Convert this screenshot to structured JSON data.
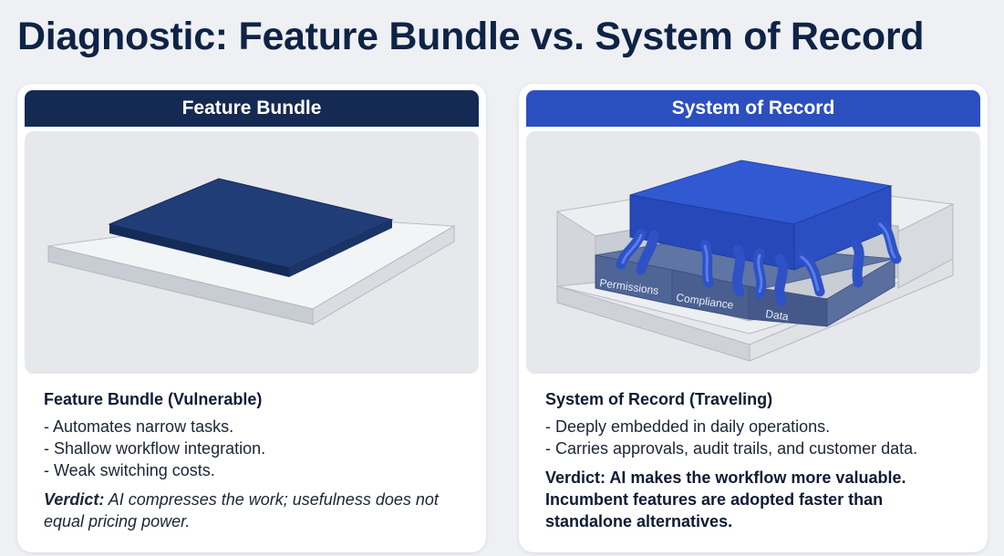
{
  "title": "Diagnostic: Feature Bundle vs. System of Record",
  "left": {
    "header": "Feature Bundle",
    "heading": "Feature Bundle (Vulnerable)",
    "bullets": [
      "- Automates narrow tasks.",
      "- Shallow workflow integration.",
      "- Weak switching costs."
    ],
    "verdict_label": "Verdict:",
    "verdict_text": " AI compresses the work; usefulness does not equal pricing power."
  },
  "right": {
    "header": "System of Record",
    "heading": "System of Record (Traveling)",
    "bullets": [
      "- Deeply embedded in daily operations.",
      "- Carries approvals, audit trails, and customer data."
    ],
    "verdict": "Verdict: AI makes the workflow more valuable. Incumbent features are adopted faster than standalone alternatives.",
    "layers": [
      "Permissions",
      "Compliance",
      "Data"
    ]
  },
  "colors": {
    "left_header": "#142a52",
    "right_header": "#2c4fc0",
    "block_navy": "#1f3a74",
    "block_blue": "#2f55c8"
  }
}
